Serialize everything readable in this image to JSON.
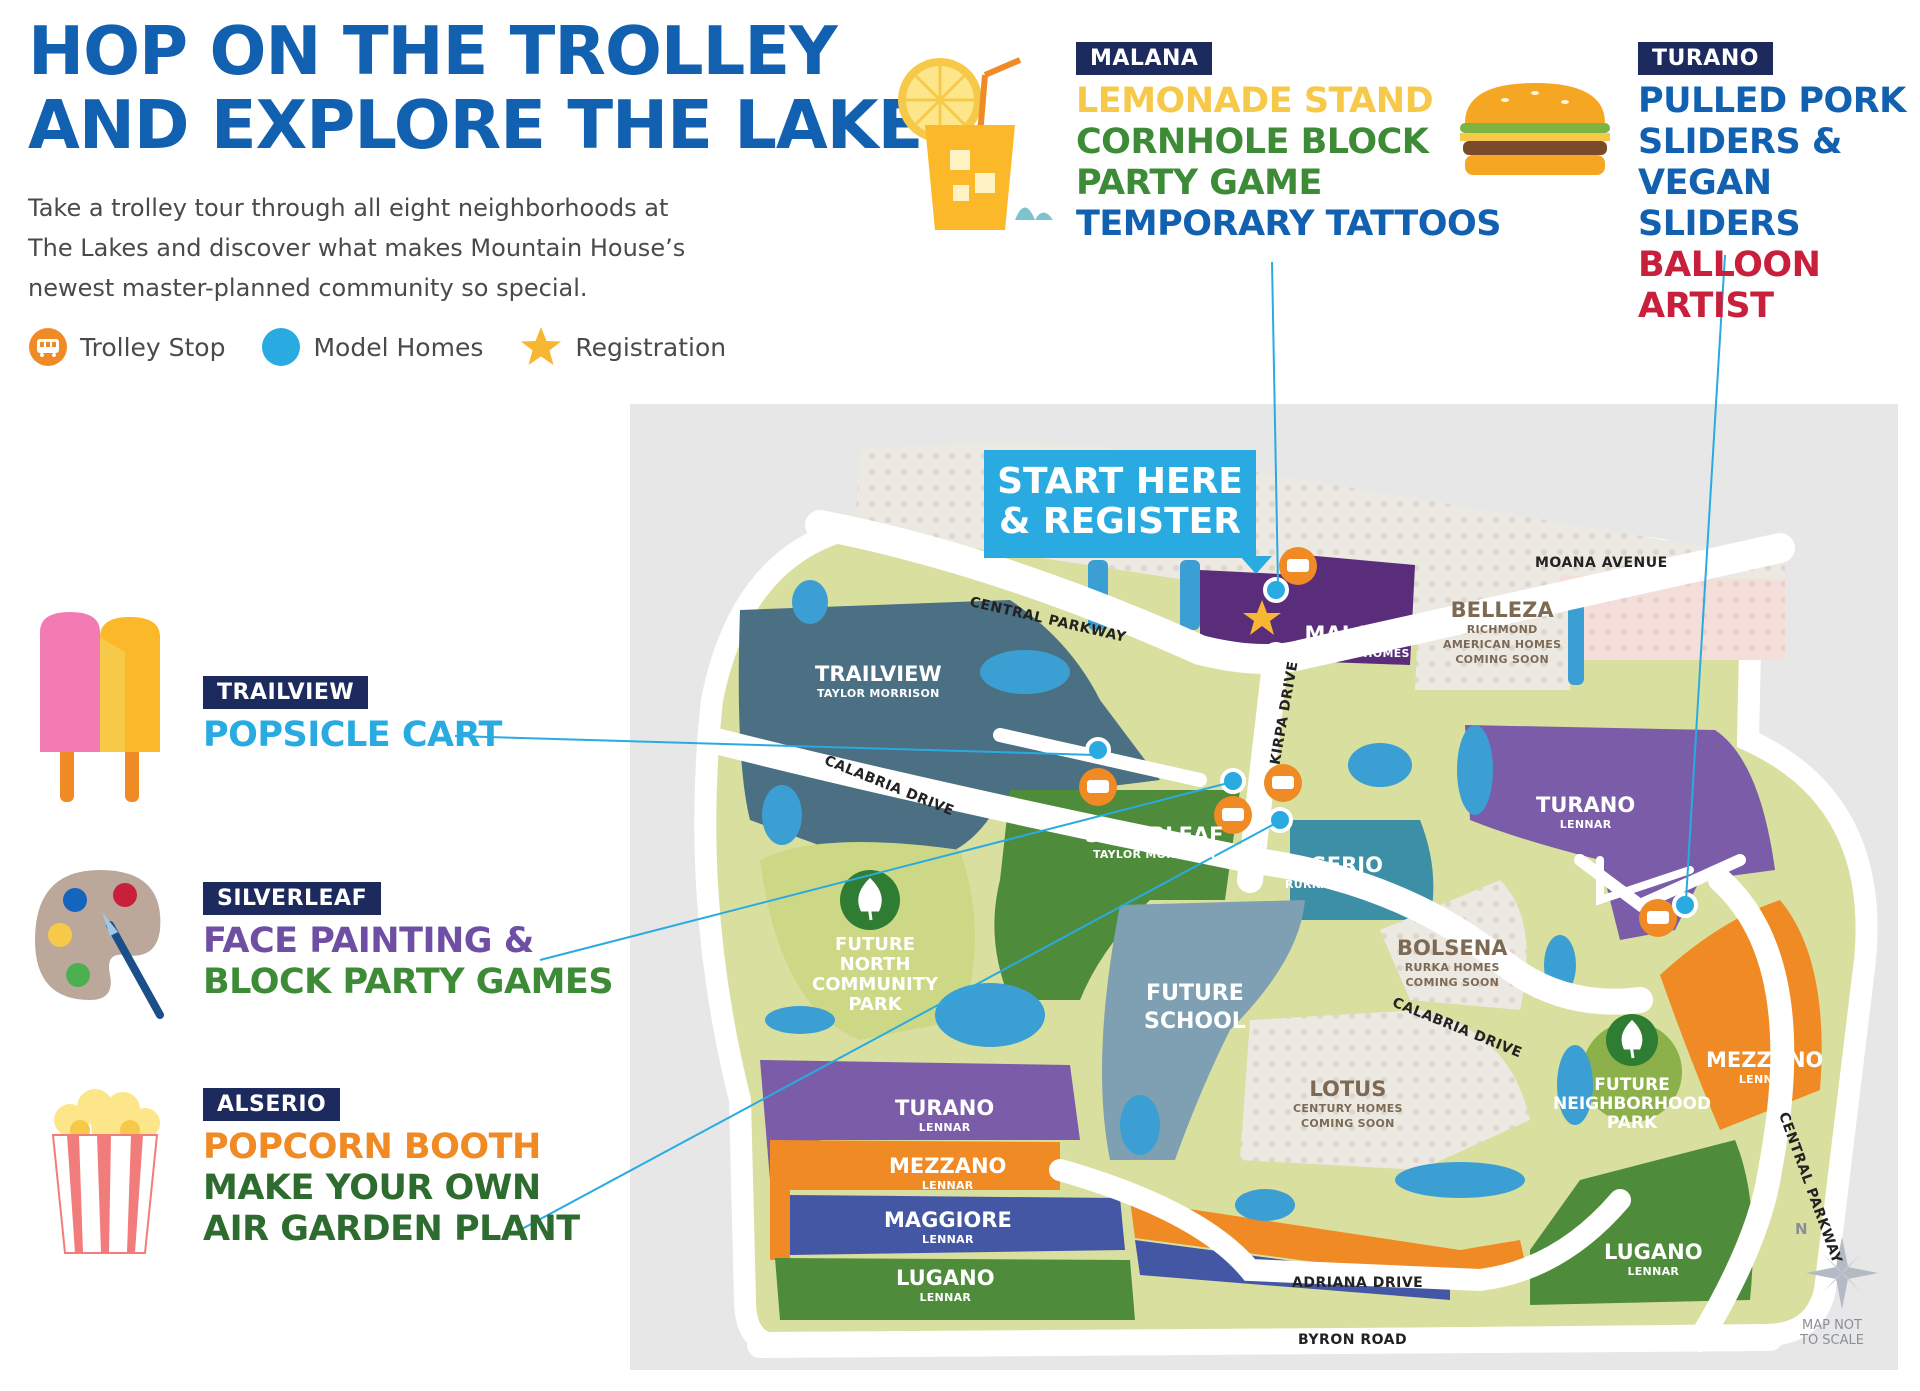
{
  "header": {
    "title_line1": "HOP ON THE TROLLEY",
    "title_line2": "AND EXPLORE THE LAKES",
    "intro_line1": "Take a trolley tour through all eight neighborhoods at",
    "intro_line2": "The Lakes and discover what makes Mountain House’s",
    "intro_line3": "newest master-planned community so special."
  },
  "legend": {
    "trolley": "Trolley Stop",
    "model": "Model Homes",
    "registration": "Registration",
    "trolley_icon": "trolley-icon",
    "model_icon": "model-home-dot-icon",
    "registration_icon": "star-icon"
  },
  "colors": {
    "title_blue": "#1260b0",
    "tag_navy": "#1c2a5e",
    "cyan": "#29abe2",
    "orange": "#f08a24",
    "yellow": "#f7c948",
    "green": "#3d8b37",
    "purple": "#6e4fa3",
    "red": "#c8203c"
  },
  "callouts": {
    "malana": {
      "tag": "MALANA",
      "lines": [
        "LEMONADE STAND",
        "CORNHOLE BLOCK",
        "PARTY GAME",
        "TEMPORARY TATTOOS"
      ],
      "icon": "lemonade-icon"
    },
    "turano": {
      "tag": "TURANO",
      "lines": [
        "PULLED PORK",
        "SLIDERS &",
        "VEGAN SLIDERS",
        "BALLOON ARTIST"
      ],
      "icon": "burger-icon"
    },
    "trailview": {
      "tag": "TRAILVIEW",
      "lines": [
        "POPSICLE CART"
      ],
      "icon": "popsicle-icon"
    },
    "silverleaf": {
      "tag": "SILVERLEAF",
      "lines": [
        "FACE PAINTING &",
        "BLOCK PARTY GAMES"
      ],
      "icon": "paint-palette-icon"
    },
    "alserio": {
      "tag": "ALSERIO",
      "lines": [
        "POPCORN BOOTH",
        "MAKE YOUR OWN",
        "AIR GARDEN PLANT"
      ],
      "icon": "popcorn-icon"
    }
  },
  "map": {
    "start_line1": "START HERE",
    "start_line2": "& REGISTER",
    "neighborhoods": {
      "trailview": {
        "name": "TRAILVIEW",
        "sub": "TAYLOR MORRISON"
      },
      "malana": {
        "name": "MALANA",
        "sub": "CENTURY HOMES"
      },
      "belleza": {
        "name": "BELLEZA",
        "sub1": "RICHMOND",
        "sub2": "AMERICAN HOMES",
        "sub3": "COMING SOON"
      },
      "turano_east": {
        "name": "TURANO",
        "sub": "LENNAR"
      },
      "silverleaf": {
        "name": "SILVERLEAF",
        "sub": "TAYLOR MORRISON"
      },
      "alserio": {
        "name": "ALSERIO",
        "sub": "RURKA HOMES"
      },
      "bolsena": {
        "name": "BOLSENA",
        "sub1": "RURKA HOMES",
        "sub2": "COMING SOON"
      },
      "mezzano_east": {
        "name": "MEZZANO",
        "sub": "LENNAR"
      },
      "lotus": {
        "name": "LOTUS",
        "sub1": "CENTURY HOMES",
        "sub2": "COMING SOON"
      },
      "turano_west": {
        "name": "TURANO",
        "sub": "LENNAR"
      },
      "mezzano_west": {
        "name": "MEZZANO",
        "sub": "LENNAR"
      },
      "maggiore": {
        "name": "MAGGIORE",
        "sub": "LENNAR"
      },
      "lugano_west": {
        "name": "LUGANO",
        "sub": "LENNAR"
      },
      "lugano_east": {
        "name": "LUGANO",
        "sub": "LENNAR"
      }
    },
    "parks": {
      "north_line1": "FUTURE",
      "north_line2": "NORTH",
      "north_line3": "COMMUNITY",
      "north_line4": "PARK",
      "neigh_line1": "FUTURE",
      "neigh_line2": "NEIGHBORHOOD",
      "neigh_line3": "PARK",
      "tree_icon": "tree-icon"
    },
    "school_line1": "FUTURE",
    "school_line2": "SCHOOL",
    "roads": {
      "central_top": "CENTRAL PARKWAY",
      "moana": "MOANA AVENUE",
      "kirpa": "KIRPA DRIVE",
      "calabria_west": "CALABRIA DRIVE",
      "calabria_east": "CALABRIA DRIVE",
      "central_east": "CENTRAL PARKWAY",
      "adriana": "ADRIANA DRIVE",
      "byron": "BYRON ROAD"
    },
    "compass": {
      "letter": "N",
      "note_line1": "MAP NOT",
      "note_line2": "TO SCALE",
      "icon": "compass-rose-icon"
    }
  }
}
